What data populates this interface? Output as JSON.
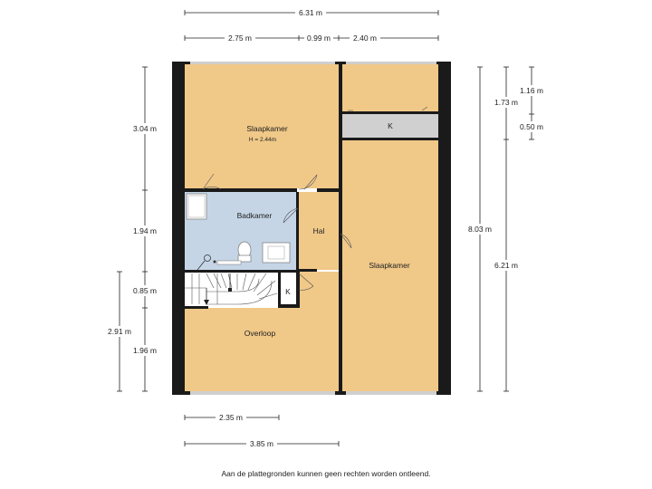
{
  "dimensions": {
    "top_total": "6.31 m",
    "top_left": "2.75 m",
    "top_mid": "0.99 m",
    "top_right": "2.40 m",
    "left_1": "3.04 m",
    "left_2": "1.94 m",
    "left_3": "0.85 m",
    "left_4": "1.96 m",
    "left_outer": "2.91 m",
    "right_total": "8.03 m",
    "right_1": "1.73 m",
    "right_2": "6.21 m",
    "right_3": "1.16 m",
    "right_4": "0.50 m",
    "bottom_1": "2.35 m",
    "bottom_2": "3.85 m"
  },
  "rooms": {
    "bedroom_top": "Slaapkamer",
    "bedroom_top_height": "H = 2.44m",
    "bathroom": "Badkamer",
    "hall": "Hal",
    "bedroom_right": "Slaapkamer",
    "landing": "Overloop",
    "closet_top": "K",
    "closet_small": "K"
  },
  "footer": {
    "disclaimer": "Aan de plattegronden kunnen geen rechten worden ontleend."
  },
  "colors": {
    "room_fill": "#f0c888",
    "bath_fill": "#c5d5e6",
    "stair_fill": "#ffffff",
    "closet_fill": "#d0d0d0",
    "wall": "#1a1a1a"
  }
}
